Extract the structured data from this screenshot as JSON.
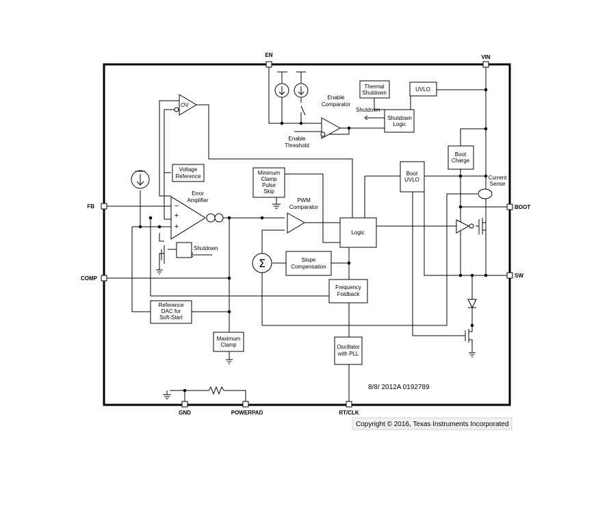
{
  "pins": {
    "en": "EN",
    "vin": "VIN",
    "fb": "FB",
    "comp": "COMP",
    "boot": "BOOT",
    "sw": "SW",
    "gnd": "GND",
    "powerpad": "POWERPAD",
    "rt_clk": "RT/CLK"
  },
  "blocks": {
    "thermal_shutdown": [
      "Thermal",
      "Shutdown"
    ],
    "uvlo": "UVLO",
    "shutdown_logic": [
      "Shutdown",
      "Logic"
    ],
    "voltage_reference": [
      "Voltage",
      "Reference"
    ],
    "min_clamp": [
      "Minimum",
      "Clamp",
      "Pulse",
      "Skip"
    ],
    "boot_uvlo": [
      "Boot",
      "UVLO"
    ],
    "boot_charge": [
      "Boot",
      "Charge"
    ],
    "logic": "Logic",
    "slope_compensation": [
      "Slope",
      "Compensation"
    ],
    "frequency_foldback": [
      "Frequency",
      "Foldback"
    ],
    "reference_dac": [
      "Reference",
      "DAC for",
      "Soft-Start"
    ],
    "maximum_clamp": [
      "Maximum",
      "Clamp"
    ],
    "oscillator": [
      "Oscillator",
      "with PLL"
    ]
  },
  "labels": {
    "ov": "OV",
    "enable_comparator": [
      "Enable",
      "Comparator"
    ],
    "shutdown_enable": "Shutdown",
    "enable_threshold": [
      "Enable",
      "Threshold"
    ],
    "error_amplifier": [
      "Error",
      "Amplifier"
    ],
    "pwm_comparator": [
      "PWM",
      "Comparator"
    ],
    "current_sense": [
      "Current",
      "Sense"
    ],
    "shutdown_low": "Shutdown",
    "sigma": "Σ",
    "minus": "−",
    "plus": "+"
  },
  "date_code": "8/8/  2012A  0192789",
  "copyright": "Copyright © 2016, Texas Instruments Incorporated"
}
